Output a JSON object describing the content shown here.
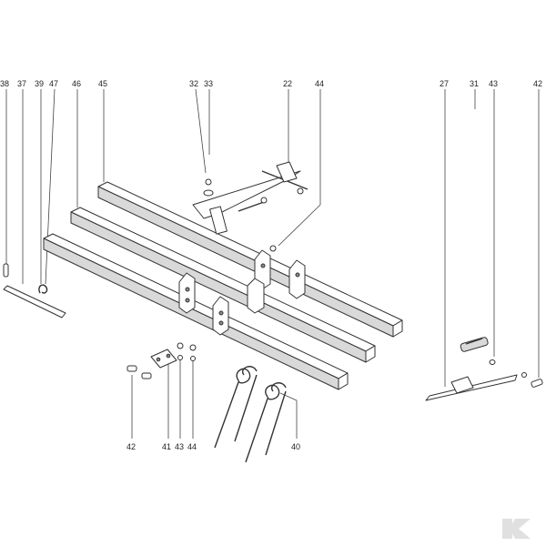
{
  "callouts": [
    {
      "id": "c38",
      "text": "38"
    },
    {
      "id": "c37",
      "text": "37"
    },
    {
      "id": "c39",
      "text": "39"
    },
    {
      "id": "c47",
      "text": "47"
    },
    {
      "id": "c46",
      "text": "46"
    },
    {
      "id": "c45",
      "text": "45"
    },
    {
      "id": "c32",
      "text": "32"
    },
    {
      "id": "c33",
      "text": "33"
    },
    {
      "id": "c22",
      "text": "22"
    },
    {
      "id": "c44top",
      "text": "44"
    },
    {
      "id": "c27",
      "text": "27"
    },
    {
      "id": "c31",
      "text": "31"
    },
    {
      "id": "c43top",
      "text": "43"
    },
    {
      "id": "c42top",
      "text": "42"
    },
    {
      "id": "c42bot",
      "text": "42"
    },
    {
      "id": "c41",
      "text": "41"
    },
    {
      "id": "c43bot",
      "text": "43"
    },
    {
      "id": "c44bot",
      "text": "44"
    },
    {
      "id": "c40",
      "text": "40"
    }
  ],
  "colors": {
    "line": "#333333",
    "logo": "#e0e0e0"
  }
}
